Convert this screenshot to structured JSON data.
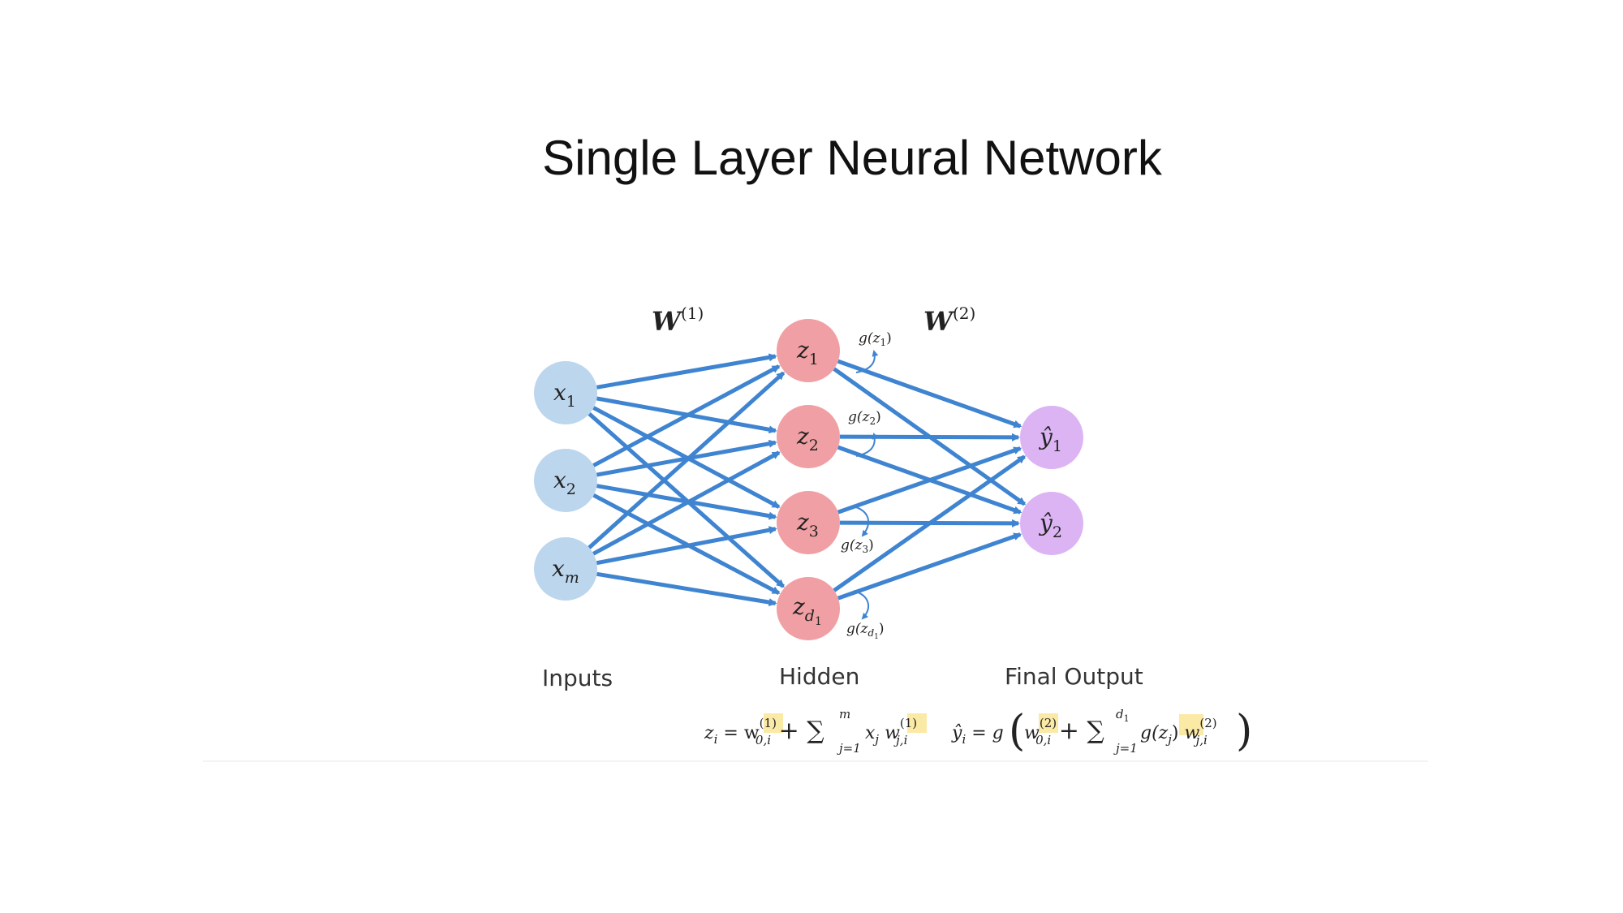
{
  "title": "Single Layer Neural Network",
  "weights": {
    "w1": {
      "symbol": "W",
      "superscript": "(1)"
    },
    "w2": {
      "symbol": "W",
      "superscript": "(2)"
    }
  },
  "nodes": {
    "inputs": [
      {
        "base": "x",
        "sub": "1"
      },
      {
        "base": "x",
        "sub": "2"
      },
      {
        "base": "x",
        "sub": "m"
      }
    ],
    "hidden": [
      {
        "base": "z",
        "sub": "1",
        "activation": "g(z",
        "act_sub": "1",
        "act_close": ")"
      },
      {
        "base": "z",
        "sub": "2",
        "activation": "g(z",
        "act_sub": "2",
        "act_close": ")"
      },
      {
        "base": "z",
        "sub": "3",
        "activation": "g(z",
        "act_sub": "3",
        "act_close": ")"
      },
      {
        "base": "z",
        "sub": "d",
        "sub2": "1",
        "activation": "g(z",
        "act_sub": "d",
        "act_sub2": "1",
        "act_close": ")"
      }
    ],
    "outputs": [
      {
        "base": "ŷ",
        "sub": "1"
      },
      {
        "base": "ŷ",
        "sub": "2"
      }
    ]
  },
  "layer_labels": {
    "inputs": "Inputs",
    "hidden": "Hidden",
    "output": "Final Output"
  },
  "equations": {
    "hidden": {
      "lhs": "z",
      "lhs_sub": "i",
      "eq": " = w",
      "w0_sup": "(1)",
      "w0_sub": "0,i",
      "plus": " + ∑",
      "sum_top": "m",
      "sum_bottom": "j=1",
      "term": " x",
      "term_sub": "j",
      "w": " w",
      "w_sup": "(1)",
      "w_sub": "j,i"
    },
    "output": {
      "lhs": "ŷ",
      "lhs_sub": "i",
      "eq": " = g",
      "open": "(",
      "w0": "w",
      "w0_sup": "(2)",
      "w0_sub": "0,i",
      "plus": " + ∑",
      "sum_top": "d",
      "sum_top_sub": "1",
      "sum_bottom": "j=1",
      "term": " g(z",
      "term_sub": "j",
      "term_close": ")",
      "w": " w",
      "w_sup": "(2)",
      "w_sub": "j,i",
      "close": ")"
    }
  },
  "colors": {
    "input_node": "#bcd6ee",
    "hidden_node": "#f0a0a4",
    "output_node": "#dcb4f4",
    "edge": "#3f84d0",
    "highlight": "#fbe9a6"
  }
}
